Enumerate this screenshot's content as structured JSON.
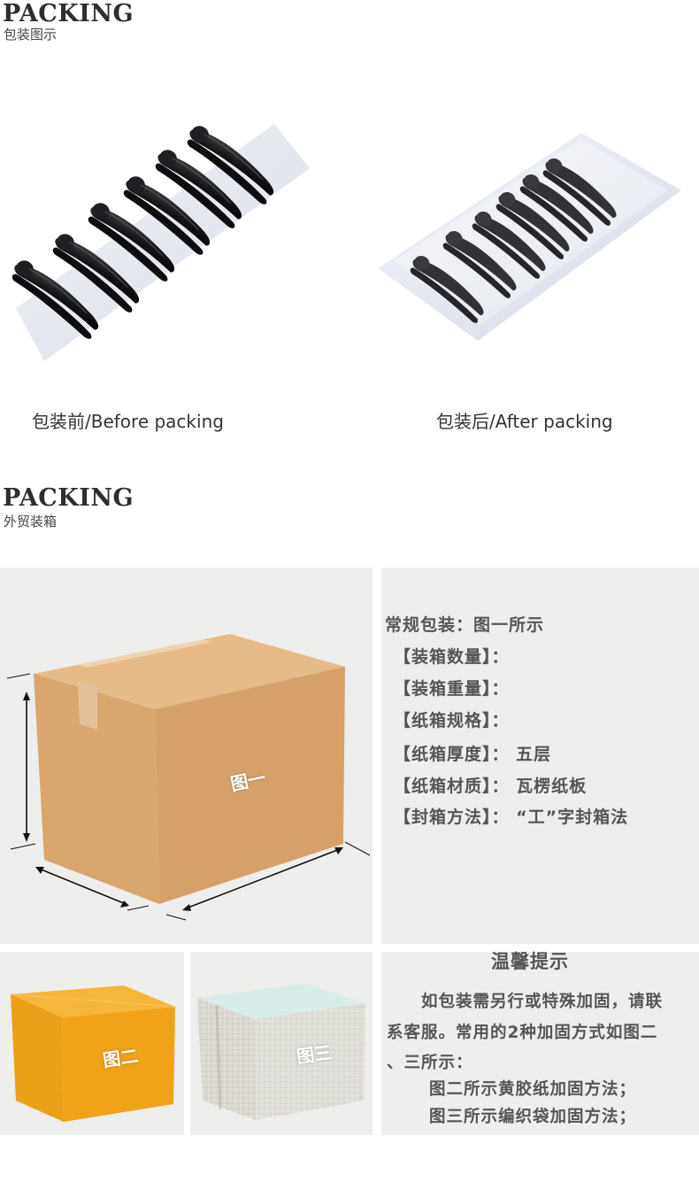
{
  "section1": {
    "title": "PACKING",
    "subtitle": "包装图示",
    "before_caption": "包装前/Before packing",
    "after_caption": "包装后/After packing"
  },
  "section2": {
    "title": "PACKING",
    "subtitle": "外贸装箱"
  },
  "figures": {
    "fig1": "图一",
    "fig2": "图二",
    "fig3": "图三"
  },
  "packing_info": {
    "heading": "常规包装：图一所示",
    "lines": [
      "【装箱数量】：",
      "【装箱重量】：",
      "【纸箱规格】：",
      "【纸箱厚度】： 五层",
      "【纸箱材质】： 瓦楞纸板",
      "【封箱方法】： “工”字封箱法"
    ]
  },
  "tips": {
    "title": "温馨提示",
    "lines": [
      "如包装需另行或特殊加固，请联",
      "系客服。常用的2种加固方式如图二",
      "、三所示：",
      "图二所示黄胶纸加固方法；",
      "图三所示编织袋加固方法；"
    ]
  },
  "colors": {
    "panel_bg": "#eeeeec",
    "cardboard": "#d9a66e",
    "yellow_box": "#f0a319",
    "clip_black": "#1b1b1d"
  },
  "icons": [
    "hair-clip-image",
    "cardboard-box-image",
    "taped-box-image",
    "woven-bag-box-image"
  ]
}
